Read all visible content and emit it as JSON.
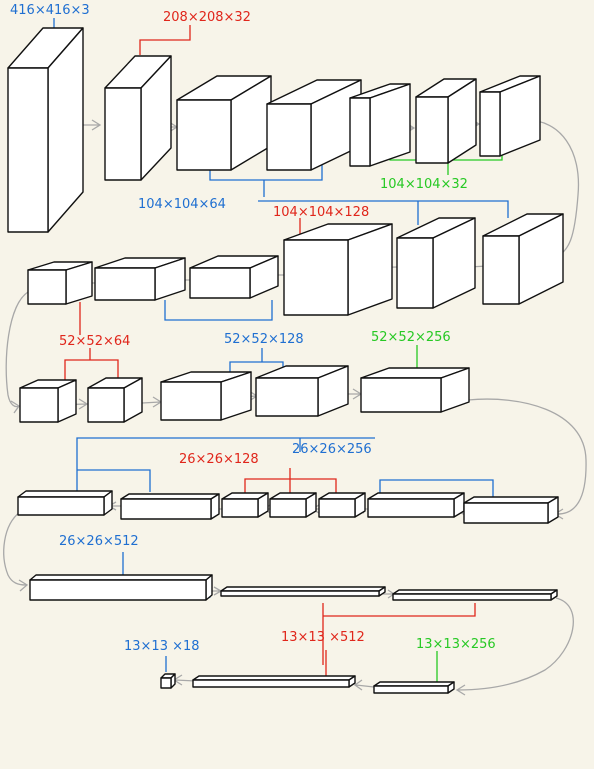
{
  "colors": {
    "blue": "#1f6fd1",
    "red": "#e0261b",
    "green": "#27c924",
    "ink": "#111111",
    "arrow": "#a8a8a8",
    "paper": "#f7f4e9"
  },
  "labels": {
    "input": "416×416×3",
    "l208x32": "208×208×32",
    "l104x64": "104×104×64",
    "l104x32": "104×104×32",
    "l104x128": "104×104×128",
    "l52x64": "52×52×64",
    "l52x128": "52×52×128",
    "l52x256": "52×52×256",
    "l26x128": "26×26×128",
    "l26x256": "26×26×256",
    "l26x512": "26×26×512",
    "l13x18": "13×13 ×18",
    "l13x512": "13×13 ×512",
    "l13x256": "13×13×256"
  }
}
